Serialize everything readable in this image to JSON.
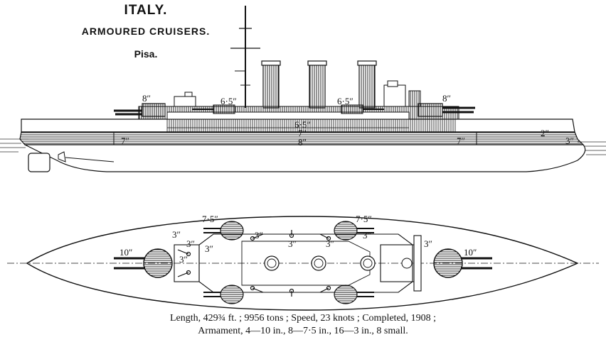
{
  "header": {
    "country": "ITALY.",
    "type": "ARMOURED CRUISERS.",
    "name": "Pisa."
  },
  "profile_labels": {
    "fwd_turret": "8″",
    "aft_turret": "8″",
    "casemate_fwd": "6·5″",
    "casemate_aft": "6·5″",
    "citadel": "6·5″",
    "upper_belt": "7″",
    "belt_mid": "8″",
    "belt_fwd": "7″",
    "belt_aft": "7″",
    "bow_upper": "2″",
    "bow_lower": "3″"
  },
  "plan_labels": {
    "wing_fwd_port": "7·5″",
    "wing_aft_port": "7·5″",
    "turret_fwd": "10″",
    "turret_aft": "10″",
    "aft_3a": "3″",
    "aft_3b": "3″",
    "aft_3c": "3″",
    "aft_3d": "3″",
    "mid_3a": "3″",
    "mid_3b": "3″",
    "mid_3c": "3″",
    "mid_3d": "3″",
    "fwd_3a": "3″"
  },
  "caption": {
    "line1": "Length, 429¾ ft. ; 9956 tons ; Speed, 23 knots ; Completed, 1908 ;",
    "line2": "Armament, 4—10 in., 8—7·5 in., 16—3 in., 8 small."
  },
  "colors": {
    "ink": "#111111",
    "paper": "#ffffff"
  }
}
